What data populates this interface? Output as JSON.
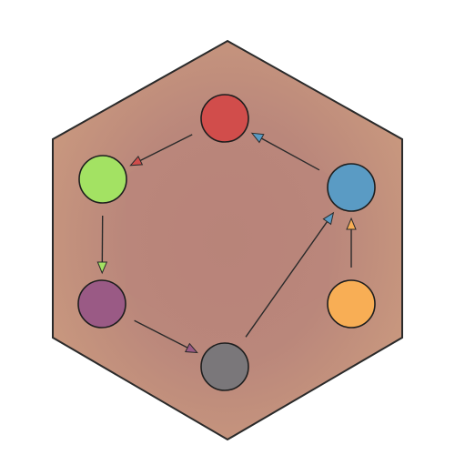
{
  "board": {
    "shape": "hexagon",
    "colors": {
      "outline": "#2a2a2a",
      "fill_outer": "#c8977e",
      "fill_inner": "#b78479"
    }
  },
  "tokens": [
    {
      "id": "red",
      "color": "#d14d4b",
      "icon": "red-circle-token"
    },
    {
      "id": "blue",
      "color": "#5a9bc4",
      "icon": "blue-circle-token"
    },
    {
      "id": "orange",
      "color": "#f8ae55",
      "icon": "orange-circle-token"
    },
    {
      "id": "gray",
      "color": "#7a777a",
      "icon": "gray-circle-token"
    },
    {
      "id": "purple",
      "color": "#9a5a85",
      "icon": "purple-circle-token"
    },
    {
      "id": "green",
      "color": "#a3e263",
      "icon": "green-circle-token"
    }
  ],
  "arrows": [
    {
      "from": "blue",
      "to": "red",
      "color": "#5a9bc4"
    },
    {
      "from": "red",
      "to": "green",
      "color": "#d14d4b"
    },
    {
      "from": "green",
      "to": "purple",
      "color": "#a3e263"
    },
    {
      "from": "purple",
      "to": "gray",
      "color": "#9a5a85"
    },
    {
      "from": "gray",
      "to": "blue",
      "color": "#5a9bc4"
    },
    {
      "from": "orange",
      "to": "blue",
      "color": "#f8ae55"
    }
  ]
}
